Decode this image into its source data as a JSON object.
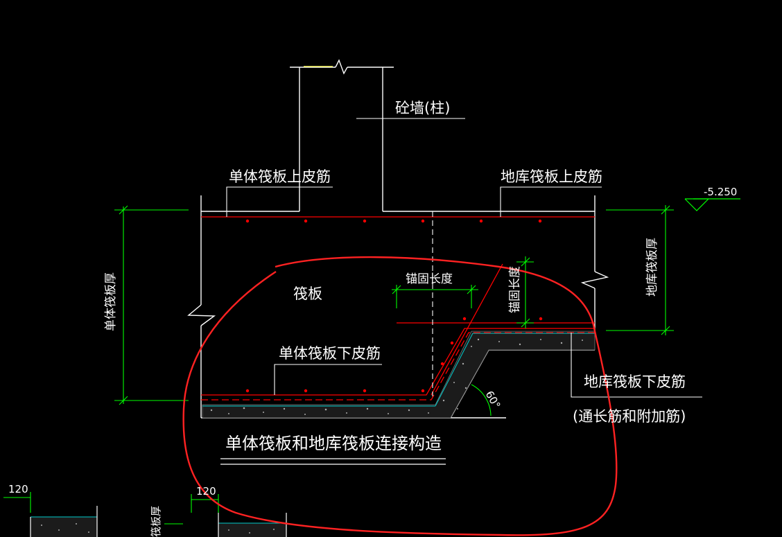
{
  "labels": {
    "wall_column": "砼墙(柱)",
    "single_raft_top_bar": "单体筏板上皮筋",
    "basement_raft_top_bar": "地库筏板上皮筋",
    "elevation": "-5.250",
    "single_raft_thickness": "单体筏板厚",
    "basement_raft_thickness": "地库筏板厚",
    "raft": "筏板",
    "anchorage_length_h": "锚固长度",
    "anchorage_length_v": "锚固长度",
    "angle": "60°",
    "single_raft_bottom_bar": "单体筏板下皮筋",
    "basement_raft_bottom_bar": "地库筏板下皮筋",
    "bottom_bar_note": "(通长筋和附加筋)",
    "drawing_title": "单体筏板和地库筏板连接构造",
    "dim_120_left": "120",
    "dim_120_mid": "120",
    "partial_thickness": "筏板厚"
  },
  "colors": {
    "background": "#000000",
    "outline": "#ffffff",
    "dimension": "#00ff00",
    "rebar": "#ff0000",
    "markup": "#ff2222",
    "hatch": "#00cccc"
  }
}
